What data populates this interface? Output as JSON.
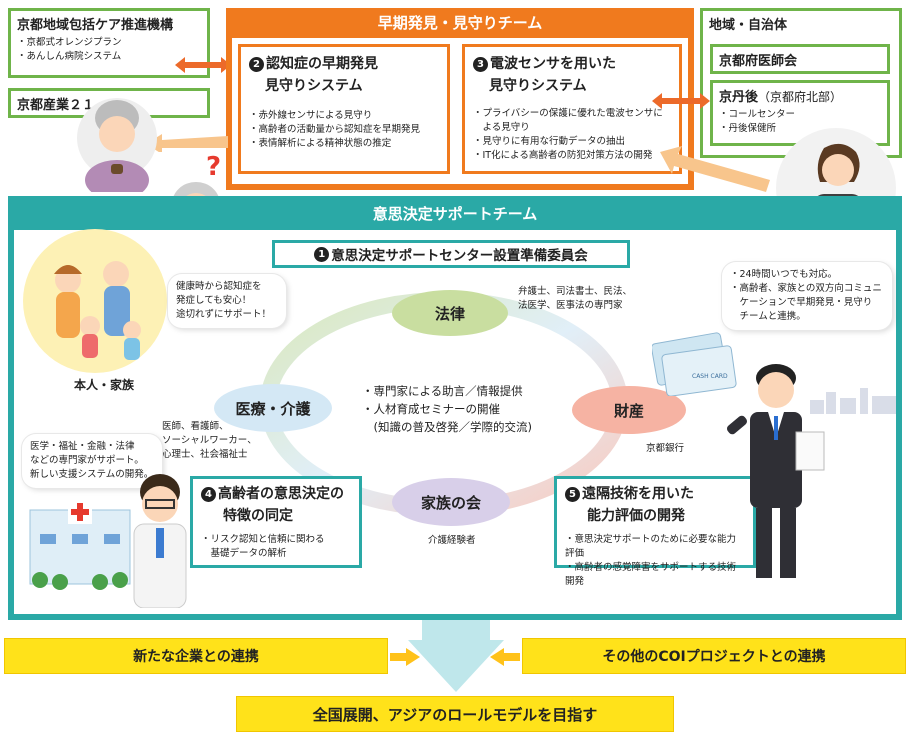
{
  "kyoto_care": {
    "title": "京都地域包括ケア推進機構",
    "items": [
      "・京都式オレンジプラン",
      "・あんしん病院システム"
    ]
  },
  "kyoto_industry": {
    "title": "京都産業２１"
  },
  "early_team": {
    "title": "早期発見・見守りチーム",
    "sys2": {
      "num": "2",
      "title_line1": "認知症の早期発見",
      "title_line2": "見守りシステム",
      "items": [
        "・赤外線センサによる見守り",
        "・高齢者の活動量から認知症を早期発見",
        "・表情解析による精神状態の推定"
      ]
    },
    "sys3": {
      "num": "3",
      "title_line1": "電波センサを用いた",
      "title_line2": "見守りシステム",
      "items": [
        "・プライバシーの保護に優れた電波センサに",
        "　よる見守り",
        "・見守りに有用な行動データの抽出",
        "・IT化による高齢者の防犯対策方法の開発"
      ]
    }
  },
  "region": {
    "title": "地域・自治体",
    "doctors": "京都府医師会",
    "tango_main": "京丹後",
    "tango_sub": "（京都府北部）",
    "tango_items": [
      "・コールセンター",
      "・丹後保健所"
    ]
  },
  "decision_team": {
    "title": "意思決定サポートチーム",
    "committee": {
      "num": "1",
      "label": "意思決定サポートセンター設置準備委員会"
    },
    "center_items": [
      "・専門家による助言／情報提供",
      "・人材育成セミナーの開催",
      "　(知識の普及啓発／学際的交流)"
    ],
    "law": "法律",
    "law_note": [
      "弁護士、司法書士、民法、",
      "法医学、医事法の専門家"
    ],
    "medical": "医療・介護",
    "medical_note": [
      "医師、看護師、",
      "ソーシャルワーカー、",
      "心理士、社会福祉士"
    ],
    "finance": "財産",
    "finance_note": "京都銀行",
    "family": "家族の会",
    "family_note": "介護経験者",
    "sys4": {
      "num": "4",
      "title_line1": "高齢者の意思決定の",
      "title_line2": "特徴の同定",
      "items": [
        "・リスク認知と信頼に関わる",
        "　基礎データの解析"
      ]
    },
    "sys5": {
      "num": "5",
      "title_line1": "遠隔技術を用いた",
      "title_line2": "能力評価の開発",
      "items": [
        "・意思決定サポートのために必要な能力評価",
        "・高齢者の感覚障害をサポートする技術開発"
      ]
    },
    "person_family_label": "本人・家族"
  },
  "bubbles": {
    "family": [
      "健康時から認知症を",
      "発症しても安心！",
      "途切れずにサポート！"
    ],
    "callcenter": [
      "・24時間いつでも対応。",
      "・高齢者、家族との双方向コミュニ",
      "　ケーションで早期発見・見守り",
      "　チームと連携。"
    ],
    "experts": [
      "医学・福祉・金融・法律",
      "などの専門家がサポート。",
      "新しい支援システムの開発。"
    ]
  },
  "question_mark": "?",
  "card_text": "CASH CARD",
  "bottom": {
    "left": "新たな企業との連携",
    "right": "その他のCOIプロジェクトとの連携",
    "goal": "全国展開、アジアのロールモデルを目指す"
  },
  "colors": {
    "green": "#6fb44a",
    "teal": "#2aa9a6",
    "orange": "#f07a1e",
    "yellow": "#ffe21a",
    "law": "#c9dea0",
    "medical": "#d4e8f5",
    "finance": "#f6b3a3",
    "family": "#d8cfe9"
  }
}
